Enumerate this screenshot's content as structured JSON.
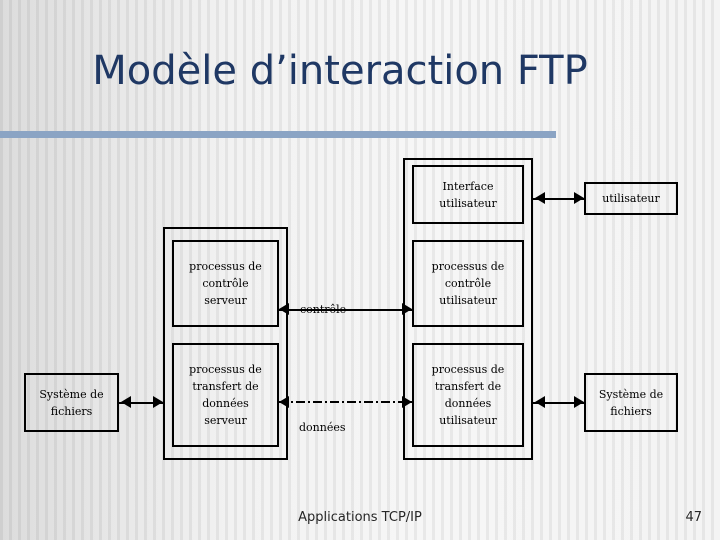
{
  "slide": {
    "title": "Modèle d’interaction FTP",
    "accent_color": "#8ba4c4",
    "title_color": "#1f3864",
    "background_color": "#f4f4f4"
  },
  "footer": {
    "text": "Applications TCP/IP",
    "page_number": "47"
  },
  "diagram": {
    "server_side": {
      "filesystem": {
        "line1": "Système de",
        "line2": "fichiers"
      },
      "control_process": {
        "line1": "processus de",
        "line2": "contrôle",
        "line3": "serveur"
      },
      "transfer_process": {
        "line1": "processus de",
        "line2": "transfert de",
        "line3": "données",
        "line4": "serveur"
      }
    },
    "client_side": {
      "user_interface": {
        "line1": "Interface",
        "line2": "utilisateur"
      },
      "control_process": {
        "line1": "processus de",
        "line2": "contrôle",
        "line3": "utilisateur"
      },
      "transfer_process": {
        "line1": "processus de",
        "line2": "transfert de",
        "line3": "données",
        "line4": "utilisateur"
      },
      "user": {
        "line1": "utilisateur"
      },
      "filesystem": {
        "line1": "Système de",
        "line2": "fichiers"
      }
    },
    "connections": {
      "control_label": "contrôle",
      "data_label": "données"
    }
  }
}
